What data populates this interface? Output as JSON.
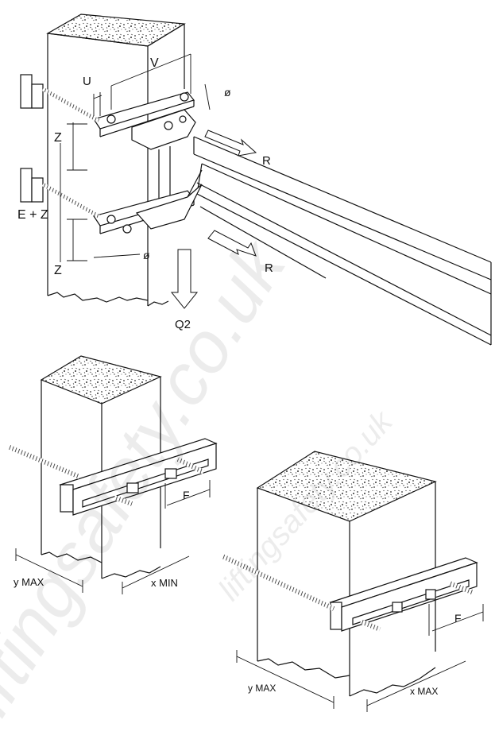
{
  "watermark": {
    "main": "liftingsafety.co.uk",
    "secondary": "liftingsafety.co.uk"
  },
  "top_figure": {
    "labels": {
      "v": "V",
      "u": "U",
      "dia_top": "ø",
      "z_top": "Z",
      "r_top": "R",
      "e_plus_z": "E + Z",
      "dia_bottom": "ø",
      "z_bottom": "Z",
      "r_bottom": "R",
      "q2": "Q2"
    }
  },
  "bottom_left_figure": {
    "labels": {
      "f": "F",
      "y_max": "y MAX",
      "x_min": "x MIN"
    }
  },
  "bottom_right_figure": {
    "labels": {
      "f": "F",
      "y_max": "y MAX",
      "x_max": "x MAX"
    }
  }
}
